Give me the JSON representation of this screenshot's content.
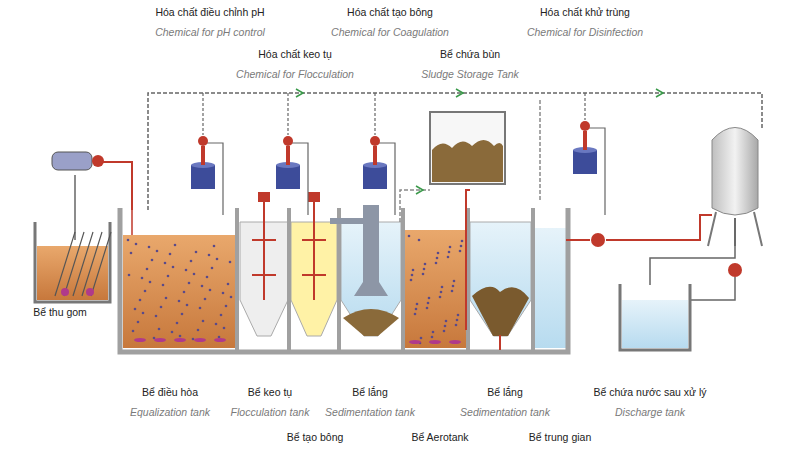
{
  "diagram": {
    "labels": [
      "Hóa chất điều chỉnh pH",
      "Chemical for pH control",
      "Hóa chất tạo bông",
      "Chemical for Coagulation",
      "Hóa chất khử trùng",
      "Chemical for Disinfection",
      "Hóa chất keo tụ",
      "Chemical for Flocculation",
      "Bể chứa bùn",
      "Sludge Storage Tank",
      "Bể thu gom",
      "Bể điều hòa",
      "Equalization tank",
      "Bể keo tụ",
      "Flocculation tank",
      "Bể lắng",
      "Sedimentation tank",
      "Bể lắng",
      "Sedimentation tank",
      "Bể chứa nước sau xử lý",
      "Discharge tank",
      "Bể tạo bông",
      "Bể Aerotank",
      "Bể trung gian"
    ]
  }
}
